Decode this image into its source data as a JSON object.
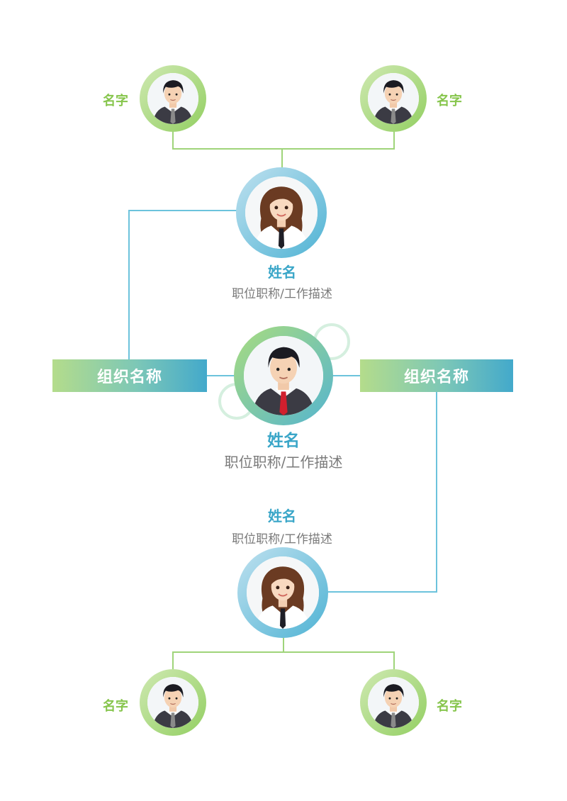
{
  "org_units": {
    "left": "组织名称",
    "right": "组织名称"
  },
  "center": {
    "name": "姓名",
    "title": "职位职称/工作描述"
  },
  "upper": {
    "name": "姓名",
    "title": "职位职称/工作描述"
  },
  "lower": {
    "name": "姓名",
    "title": "职位职称/工作描述"
  },
  "top_members": [
    {
      "name": "名字"
    },
    {
      "name": "名字"
    }
  ],
  "bottom_members": [
    {
      "name": "名字"
    },
    {
      "name": "名字"
    }
  ],
  "colors": {
    "green": "#86c54c",
    "blue": "#3aa6c8",
    "gray": "#7a7a7a",
    "line_green": "#9fd47a",
    "line_blue": "#6cc3dc"
  },
  "icons": {
    "male": "male-avatar-icon",
    "female": "female-avatar-icon"
  }
}
